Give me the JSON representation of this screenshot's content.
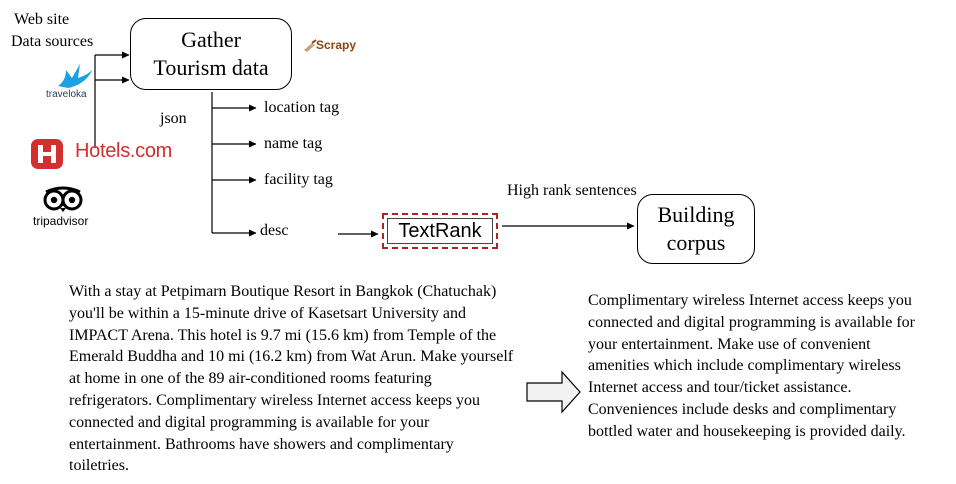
{
  "sources": {
    "title_line1": "Web site",
    "title_line2": "Data sources",
    "traveloka": "traveloka",
    "hotels": "Hotels.com",
    "tripadvisor": "tripadvisor"
  },
  "gather_box": {
    "line1": "Gather",
    "line2": "Tourism data"
  },
  "scrapy": "Scrapy",
  "json_label": "json",
  "tags": [
    "location tag",
    "name tag",
    "facility tag",
    "desc"
  ],
  "textrank": "TextRank",
  "high_rank_label": "High rank sentences",
  "building_box": {
    "line1": "Building",
    "line2": "corpus"
  },
  "input_text": "With a stay at Petpimarn Boutique Resort in Bangkok (Chatuchak) you'll be within a 15-minute drive of Kasetsart University and IMPACT Arena. This hotel is 9.7 mi (15.6 km) from Temple of the Emerald Buddha and 10 mi (16.2 km) from Wat Arun. Make yourself at home in one of the 89 air-conditioned rooms featuring refrigerators. Complimentary wireless Internet access keeps you connected and digital programming is available for your entertainment. Bathrooms have showers and complimentary toiletries.",
  "output_text": "Complimentary wireless Internet access keeps you connected and digital programming is available for your entertainment. Make use of convenient amenities which include complimentary wireless Internet access and tour/ticket assistance. Conveniences include desks and complimentary bottled water and housekeeping is provided daily.",
  "colors": {
    "traveloka": "#1ba0e2",
    "hotels": "#d32f2f",
    "tripadvisor": "#000000",
    "scrapy": "#8b4513",
    "textrank_border": "#b22222"
  }
}
